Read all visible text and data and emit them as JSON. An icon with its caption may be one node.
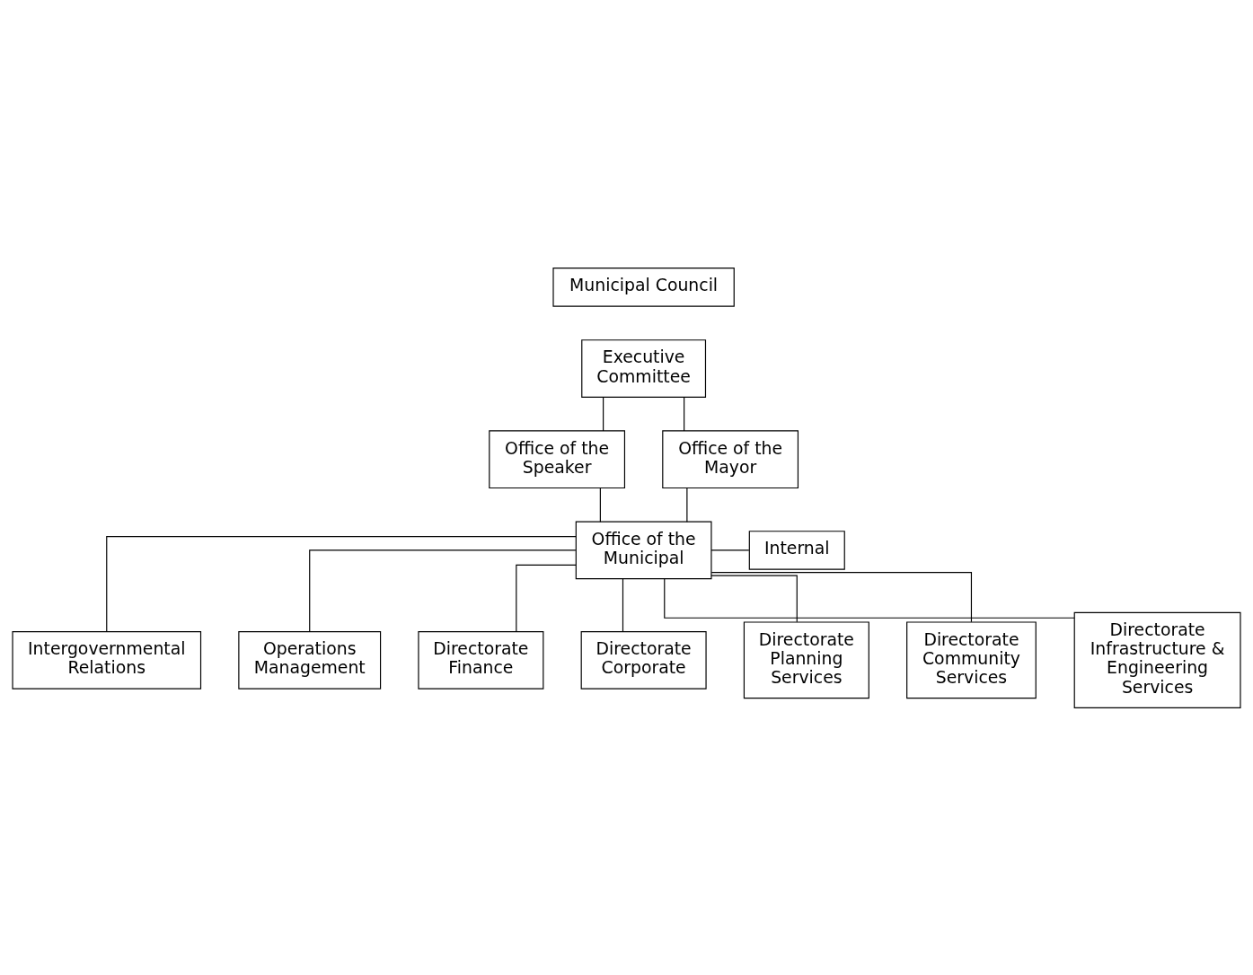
{
  "diagram": {
    "nodes": [
      {
        "text": [
          "Municipal Council"
        ]
      },
      {
        "text": [
          "Executive Committee"
        ]
      },
      {
        "text": [
          "Office of the Speaker"
        ]
      },
      {
        "text": [
          "Office of the Mayor"
        ]
      },
      {
        "text": [
          "Office of the Municipal"
        ]
      },
      {
        "text": [
          "Internal"
        ]
      },
      {
        "text": [
          "Intergovernmental Relations"
        ]
      },
      {
        "text": [
          "Operations Management"
        ]
      },
      {
        "text": [
          "Directorate Finance"
        ]
      },
      {
        "text": [
          "Directorate Corporate"
        ]
      },
      {
        "text": [
          "Directorate Planning Services"
        ]
      },
      {
        "text": [
          "Directorate Community Services"
        ]
      },
      {
        "text": [
          "Directorate Infrastructure & Engineering Services"
        ]
      }
    ],
    "edges": [
      {
        "from": 1,
        "to": 2,
        "arrow": "none"
      },
      {
        "from": 1,
        "to": 3,
        "arrow": "none"
      },
      {
        "from": 2,
        "to": 4,
        "arrow": "none"
      },
      {
        "from": 3,
        "to": 4,
        "arrow": "none"
      },
      {
        "from": 4,
        "to": 5,
        "arrow": "none"
      },
      {
        "from": 4,
        "to": 6,
        "arrow": "none"
      },
      {
        "from": 4,
        "to": 7,
        "arrow": "none"
      },
      {
        "from": 4,
        "to": 8,
        "arrow": "none"
      },
      {
        "from": 4,
        "to": 9,
        "arrow": "none"
      },
      {
        "from": 4,
        "to": 10,
        "arrow": "none"
      },
      {
        "from": 4,
        "to": 11,
        "arrow": "none"
      },
      {
        "from": 4,
        "to": 12,
        "arrow": "none"
      }
    ]
  }
}
